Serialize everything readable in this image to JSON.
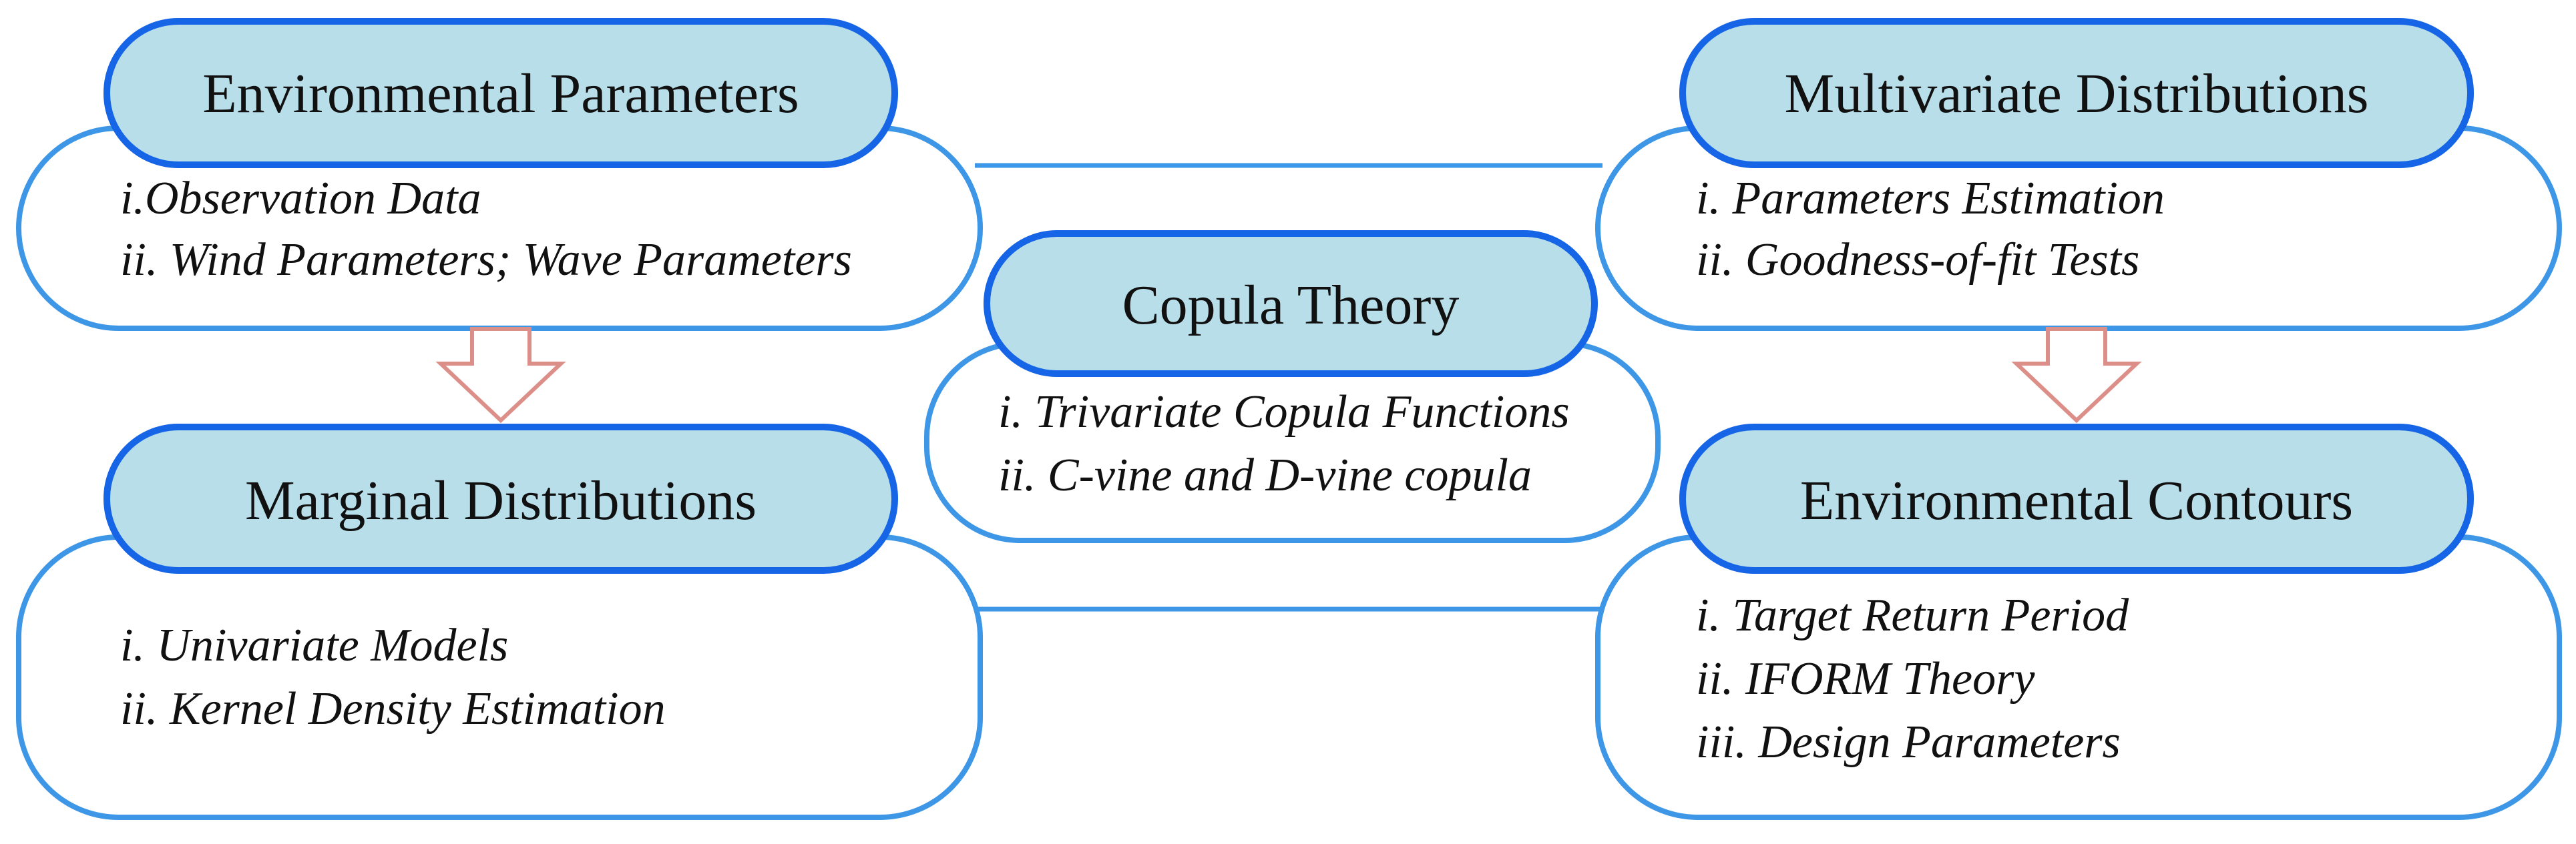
{
  "env_params": {
    "title": "Environmental Parameters",
    "items": [
      "i.Observation Data",
      "ii. Wind Parameters; Wave Parameters"
    ]
  },
  "marginal": {
    "title": "Marginal Distributions",
    "items": [
      "i. Univariate Models",
      "ii. Kernel Density Estimation"
    ]
  },
  "copula": {
    "title": "Copula Theory",
    "items": [
      "i. Trivariate Copula Functions",
      "ii. C-vine and D-vine copula"
    ]
  },
  "multivariate": {
    "title": "Multivariate Distributions",
    "items": [
      "i. Parameters Estimation",
      "ii. Goodness-of-fit Tests"
    ]
  },
  "contours": {
    "title": "Environmental Contours",
    "items": [
      "i. Target Return Period",
      "ii. IFORM Theory",
      "iii. Design Parameters"
    ]
  },
  "colors": {
    "pill_fill": "#b8deea",
    "pill_border": "#1565e6",
    "box_border": "#3d96e6",
    "arrow_border": "#dc8f88"
  }
}
